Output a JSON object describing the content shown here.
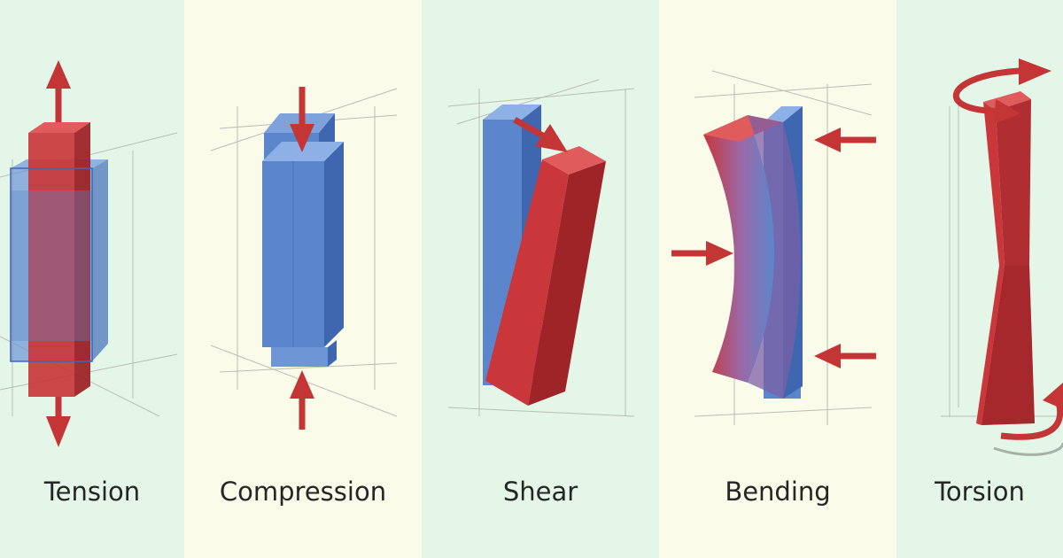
{
  "colors": {
    "red_member": "#c9373a",
    "blue_member": "#5b86cc",
    "arrow": "#c43535",
    "panel_green": "#e4f6e8",
    "panel_cream": "#fbfbe9"
  },
  "panels": [
    {
      "label": "Tension",
      "icon": "tension-diagram-icon"
    },
    {
      "label": "Compression",
      "icon": "compression-diagram-icon"
    },
    {
      "label": "Shear",
      "icon": "shear-diagram-icon"
    },
    {
      "label": "Bending",
      "icon": "bending-diagram-icon"
    },
    {
      "label": "Torsion",
      "icon": "torsion-diagram-icon"
    }
  ]
}
